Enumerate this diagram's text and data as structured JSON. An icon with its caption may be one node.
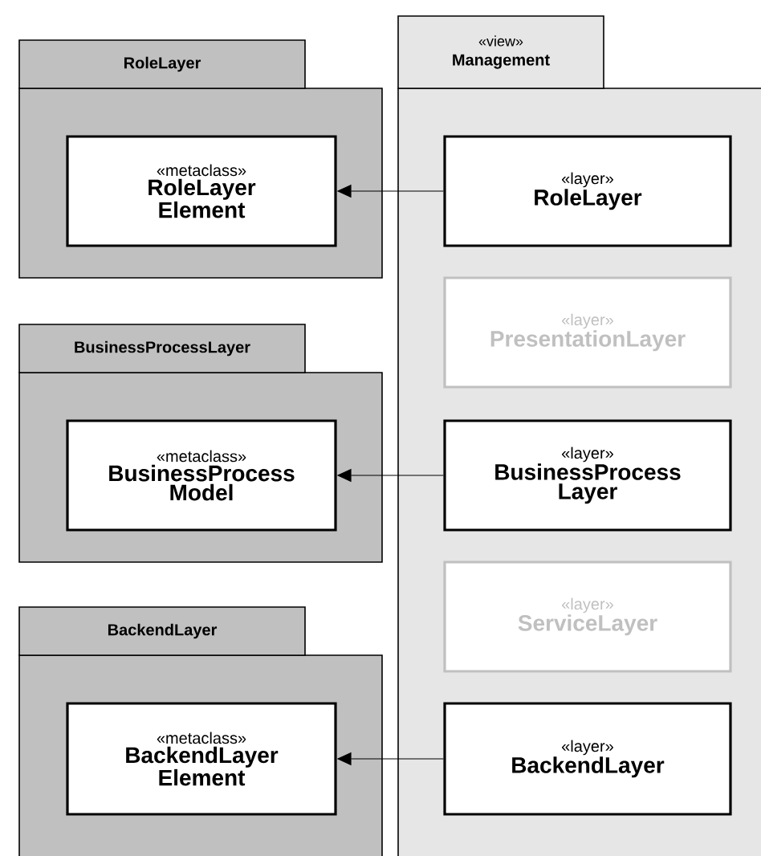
{
  "diagram": {
    "nodes": [
      {
        "text": [
          "RoleLayer"
        ]
      },
      {
        "text": [
          "«metaclass»",
          "RoleLayer Element"
        ],
        "in": 0
      },
      {
        "text": [
          "BusinessProcessLayer"
        ]
      },
      {
        "text": [
          "«metaclass»",
          "BusinessProcess Model"
        ],
        "in": 2
      },
      {
        "text": [
          "BackendLayer"
        ]
      },
      {
        "text": [
          "«metaclass»",
          "BackendLayer Element"
        ],
        "in": 4
      },
      {
        "text": [
          "«view»",
          "Management"
        ]
      },
      {
        "text": [
          "«layer»",
          "RoleLayer"
        ],
        "in": 6
      },
      {
        "text": [
          "«layer»",
          "PresentationLayer"
        ],
        "in": 6
      },
      {
        "text": [
          "«layer»",
          "BusinessProcess Layer"
        ],
        "in": 6
      },
      {
        "text": [
          "«layer»",
          "ServiceLayer"
        ],
        "in": 6
      },
      {
        "text": [
          "«layer»",
          "BackendLayer"
        ],
        "in": 6
      }
    ],
    "edges": [
      {
        "from": 7,
        "to": 1,
        "arrow": "to"
      },
      {
        "from": 9,
        "to": 3,
        "arrow": "to"
      },
      {
        "from": 11,
        "to": 5,
        "arrow": "to"
      }
    ]
  }
}
